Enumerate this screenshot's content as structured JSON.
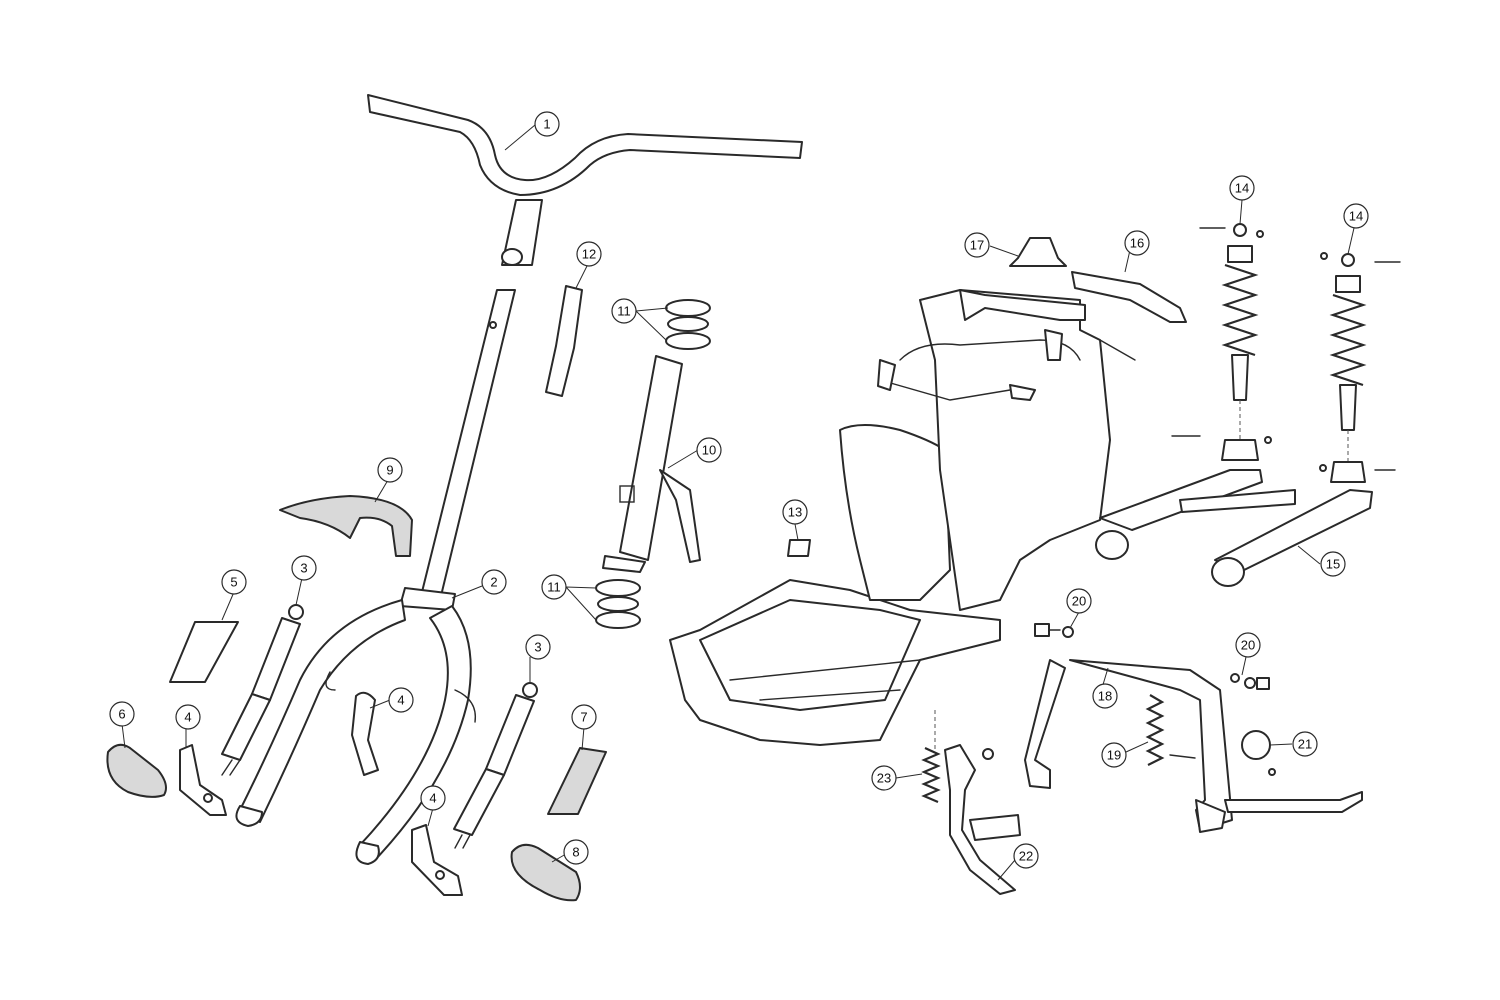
{
  "callouts": {
    "c1": "1",
    "c2": "2",
    "c3a": "3",
    "c3b": "3",
    "c4a": "4",
    "c4b": "4",
    "c4c": "4",
    "c5": "5",
    "c6": "6",
    "c7": "7",
    "c8": "8",
    "c9": "9",
    "c10": "10",
    "c11a": "11",
    "c11b": "11",
    "c12": "12",
    "c13": "13",
    "c14a": "14",
    "c14b": "14",
    "c15": "15",
    "c16": "16",
    "c17": "17",
    "c18": "18",
    "c19": "19",
    "c20a": "20",
    "c20b": "20",
    "c21": "21",
    "c22": "22",
    "c23": "23"
  }
}
